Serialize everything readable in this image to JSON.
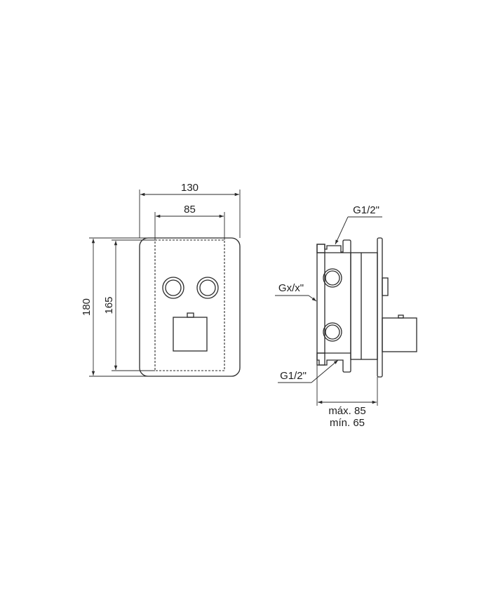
{
  "front_view": {
    "dimensions": {
      "overall_width": "130",
      "inner_width": "85",
      "overall_height": "180",
      "inner_height": "165"
    }
  },
  "side_view": {
    "labels": {
      "top_connection": "G1/2\"",
      "side_connection": "Gx/x\"",
      "bottom_connection": "G1/2\""
    },
    "depth": {
      "max": "máx. 85",
      "min": "mín. 65"
    }
  },
  "colors": {
    "line": "#2a2a2a",
    "background": "#ffffff"
  }
}
